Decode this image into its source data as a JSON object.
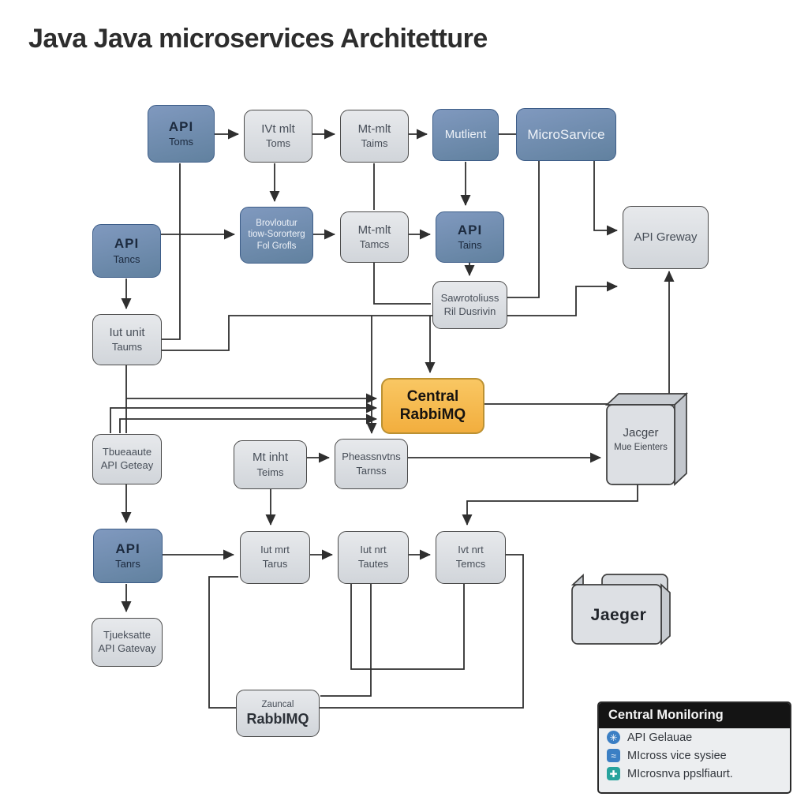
{
  "title": "Java Java microservices Architetture",
  "nodes": {
    "b1": {
      "t1": "API",
      "t2": "Toms"
    },
    "b2": {
      "t1": "IVt mlt",
      "t2": "Toms"
    },
    "b3": {
      "t1": "Mt-mlt",
      "t2": "Taims"
    },
    "b4": {
      "t1": "Mutlient"
    },
    "b5": {
      "t1": "MicroSarvice"
    },
    "b6": {
      "t1": "API",
      "t2": "Tancs"
    },
    "b7": {
      "t1": "Brovloutur",
      "t2": "tiow-Sororterg",
      "t3": "Fol Grofls"
    },
    "b8": {
      "t1": "Mt-mlt",
      "t2": "Tamcs"
    },
    "b9": {
      "t1": "API",
      "t2": "Tains"
    },
    "b10": {
      "t1": "API Greway"
    },
    "b11": {
      "t1": "Iut unit",
      "t2": "Taums"
    },
    "b12": {
      "t1": "Sawrotoliuss",
      "t2": "Ril Dusrivin"
    },
    "b13": {
      "t1": "Central",
      "t2": "RabbiMQ"
    },
    "b14": {
      "t1": "Jacger",
      "t2": "Mue Eienters"
    },
    "b15": {
      "t1": "Tbueaaute",
      "t2": "API Geteay"
    },
    "b16": {
      "t1": "Mt inht",
      "t2": "Teims"
    },
    "b17": {
      "t1": "Pheassnvtns",
      "t2": "Tarnss"
    },
    "b18": {
      "t1": "API",
      "t2": "Tanrs"
    },
    "b19": {
      "t1": "Iut mrt",
      "t2": "Tarus"
    },
    "b20": {
      "t1": "Iut nrt",
      "t2": "Tautes"
    },
    "b21": {
      "t1": "Ivt nrt",
      "t2": "Temcs"
    },
    "b22": {
      "t1": "Tjueksatte",
      "t2": "API Gatevay"
    },
    "b23": {
      "t1": "Zauncal",
      "t2": "RabbIMQ"
    },
    "b24": {
      "t1": "Jaeger"
    }
  },
  "legend": {
    "header": "Central Moniloring",
    "items": [
      {
        "icon": "api-gateway-icon",
        "glyph": "✳",
        "color": "#3b7fc4",
        "label": "API Gelauae"
      },
      {
        "icon": "microservice-icon",
        "glyph": "≈",
        "color": "#3b7fc4",
        "label": "MIcross vice sysiee"
      },
      {
        "icon": "monitoring-icon",
        "glyph": "✚",
        "color": "#27a39d",
        "label": "MIcrosnva ppslfiaurt."
      }
    ]
  },
  "colors": {
    "node_blue": "#7391ba",
    "node_grey": "#dbdfe3",
    "node_orange": "#f7bb50",
    "line": "#2f2f2f",
    "legend_header_bg": "#141414"
  }
}
